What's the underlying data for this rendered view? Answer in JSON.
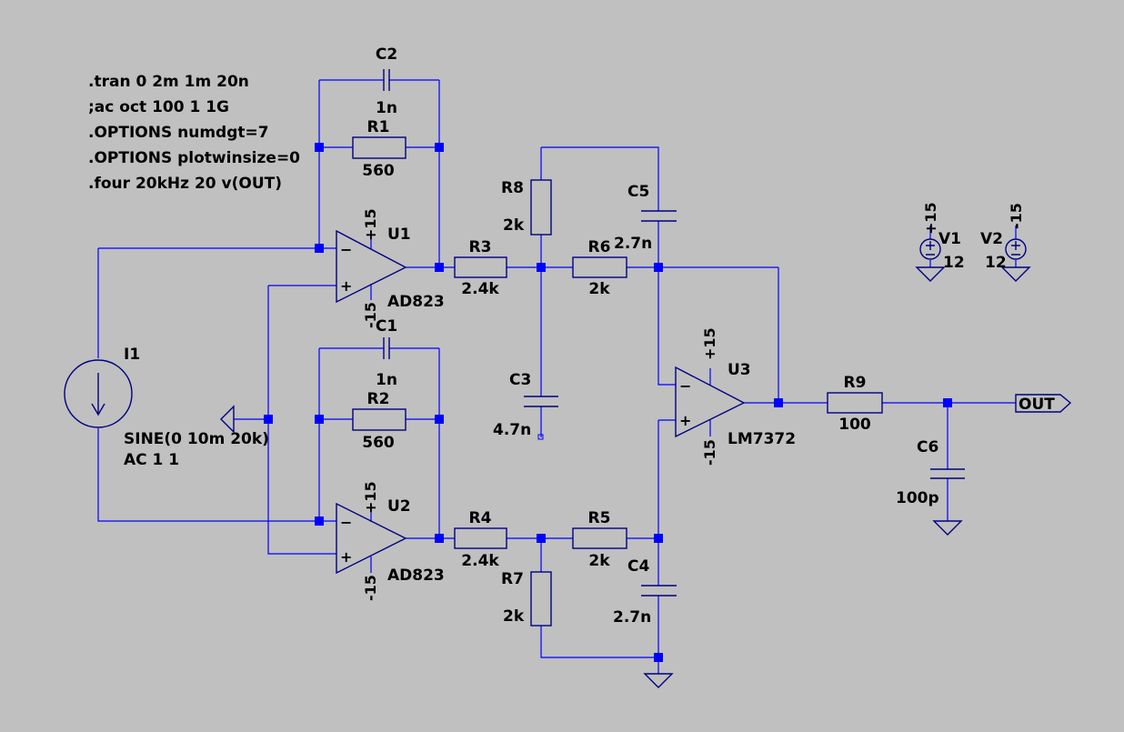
{
  "directives": [
    ".tran 0 2m 1m 20n",
    ";ac oct 100 1 1G",
    ".OPTIONS numdgt=7",
    ".OPTIONS plotwinsize=0",
    ".four 20kHz 20 v(OUT)"
  ],
  "components": {
    "C2": {
      "name": "C2",
      "value": "1n"
    },
    "R1": {
      "name": "R1",
      "value": "560"
    },
    "C1": {
      "name": "C1",
      "value": "1n"
    },
    "R2": {
      "name": "R2",
      "value": "560"
    },
    "R3": {
      "name": "R3",
      "value": "2.4k"
    },
    "R4": {
      "name": "R4",
      "value": "2.4k"
    },
    "R5": {
      "name": "R5",
      "value": "2k"
    },
    "R6": {
      "name": "R6",
      "value": "2k"
    },
    "R7": {
      "name": "R7",
      "value": "2k"
    },
    "R8": {
      "name": "R8",
      "value": "2k"
    },
    "R9": {
      "name": "R9",
      "value": "100"
    },
    "C3": {
      "name": "C3",
      "value": "4.7n"
    },
    "C4": {
      "name": "C4",
      "value": "2.7n"
    },
    "C5": {
      "name": "C5",
      "value": "2.7n"
    },
    "C6": {
      "name": "C6",
      "value": "100p"
    },
    "U1": {
      "name": "U1",
      "model": "AD823",
      "vpos": "+15",
      "vneg": "-15"
    },
    "U2": {
      "name": "U2",
      "model": "AD823",
      "vpos": "+15",
      "vneg": "-15"
    },
    "U3": {
      "name": "U3",
      "model": "LM7372",
      "vpos": "+15",
      "vneg": "-15"
    },
    "I1": {
      "name": "I1",
      "value1": "SINE(0 10m 20k)",
      "value2": "AC 1 1"
    },
    "V1": {
      "name": "V1",
      "value": "12",
      "net": "+15"
    },
    "V2": {
      "name": "V2",
      "value": "12",
      "net": "-15"
    }
  },
  "opamp_pins": {
    "minus": "−",
    "plus": "+"
  },
  "out_label": "OUT",
  "colors": {
    "background": "#c0c0c0",
    "wire": "#0000ff",
    "symbol": "#000080",
    "text": "#000000"
  }
}
